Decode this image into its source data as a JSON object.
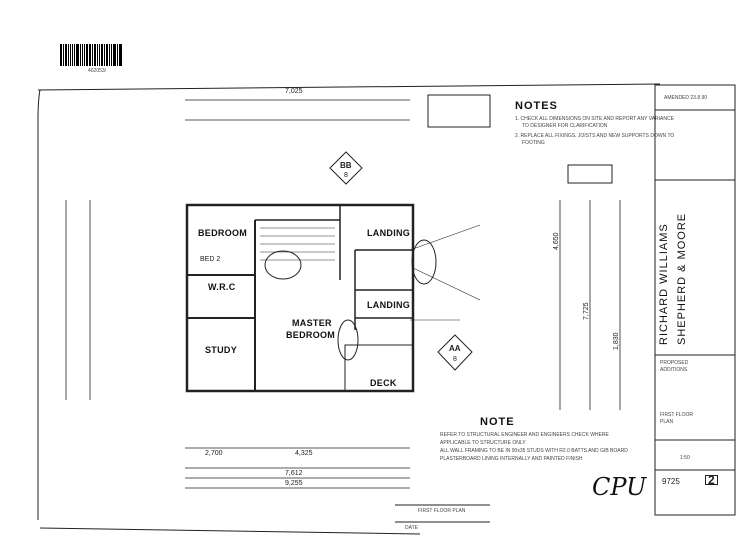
{
  "stamp_id": "402053/",
  "notes_top": {
    "title": "NOTES",
    "line1": "1. CHECK ALL DIMENSIONS ON SITE AND REPORT ANY VARIANCE",
    "line1b": "TO DESIGNER FOR CLARIFICATION",
    "line2": "2. REPLACE ALL FIXINGS, JOISTS AND NEW SUPPORTS DOWN TO",
    "line2b": "FOOTING"
  },
  "notes_bottom": {
    "title": "NOTE",
    "line1": "REFER TO STRUCTURAL ENGINEER AND ENGINEERS CHECK WHERE",
    "line2": "APPLICABLE TO STRUCTURE ONLY",
    "line3": "ALL WALL FRAMING TO BE IN 90x35 STUDS WITH R2.0 BATTS AND GIB BOARD",
    "line4": "PLASTERBOARD LINING INTERNALLY AND PAINTED FINISH"
  },
  "rooms": {
    "bedroom": "BEDROOM",
    "bed_area": "BED 2",
    "landing1": "LANDING",
    "landing2": "LANDING",
    "wrc": "W.R.C",
    "master1": "MASTER",
    "master2": "BEDROOM",
    "study": "STUDY",
    "deck": "DECK"
  },
  "markers": {
    "bb": "BB",
    "bb_num": "8",
    "aa": "AA",
    "aa_num": "8"
  },
  "dims": {
    "top_overall": "7,025",
    "bottom1": "2,700",
    "bottom2": "4,325",
    "bottom_total": "7,612",
    "bottom_total2": "9,255",
    "right1": "4,650",
    "right2": "7,725",
    "right3": "1,830"
  },
  "title_block": {
    "issued": "AMENDED 23.8.90",
    "owner_vertical1": "RICHARD WILLIAMS",
    "owner_vertical2": "SHEPHERD & MOORE",
    "project_line1": "PROPOSED",
    "project_line2": "ADDITIONS",
    "project_line3": "FIRST FLOOR",
    "project_line4": "PLAN",
    "scale": "1:50",
    "sheet": "2",
    "job_no": "9725"
  },
  "handwriting": "CPU",
  "footer": {
    "line1": "FIRST FLOOR PLAN",
    "line2": "DATE"
  }
}
